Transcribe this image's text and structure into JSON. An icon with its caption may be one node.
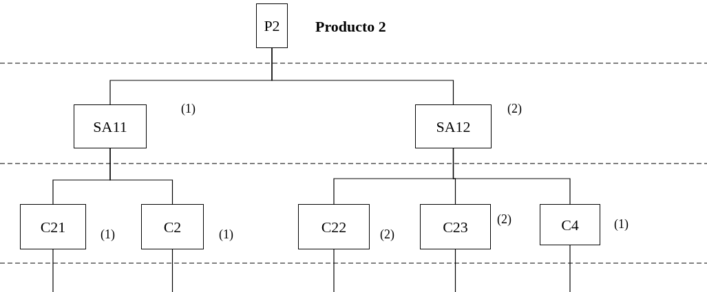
{
  "diagram": {
    "nodes": [
      {
        "text": [
          "P2"
        ],
        "beside": [
          "Producto 2"
        ]
      },
      {
        "text": [
          "SA11"
        ],
        "beside": [
          "(1)"
        ]
      },
      {
        "text": [
          "SA12"
        ],
        "beside": [
          "(2)"
        ]
      },
      {
        "text": [
          "C21"
        ],
        "beside": [
          "(1)"
        ]
      },
      {
        "text": [
          "C2"
        ],
        "beside": [
          "(1)"
        ]
      },
      {
        "text": [
          "C22"
        ],
        "beside": [
          "(2)"
        ]
      },
      {
        "text": [
          "C23"
        ],
        "beside": [
          "(2)"
        ]
      },
      {
        "text": [
          "C4"
        ],
        "beside": [
          "(1)"
        ]
      }
    ],
    "edges": [
      {
        "from": 0,
        "to": 1,
        "arrow": "none"
      },
      {
        "from": 0,
        "to": 2,
        "arrow": "none"
      },
      {
        "from": 1,
        "to": 3,
        "arrow": "none"
      },
      {
        "from": 1,
        "to": 4,
        "arrow": "none"
      },
      {
        "from": 2,
        "to": 5,
        "arrow": "none"
      },
      {
        "from": 2,
        "to": 6,
        "arrow": "none"
      },
      {
        "from": 2,
        "to": 7,
        "arrow": "none"
      },
      {
        "from": 3,
        "to": null,
        "arrow": "none"
      },
      {
        "from": 4,
        "to": null,
        "arrow": "none"
      },
      {
        "from": 5,
        "to": null,
        "arrow": "none"
      },
      {
        "from": 6,
        "to": null,
        "arrow": "none"
      },
      {
        "from": 7,
        "to": null,
        "arrow": "none"
      }
    ]
  }
}
